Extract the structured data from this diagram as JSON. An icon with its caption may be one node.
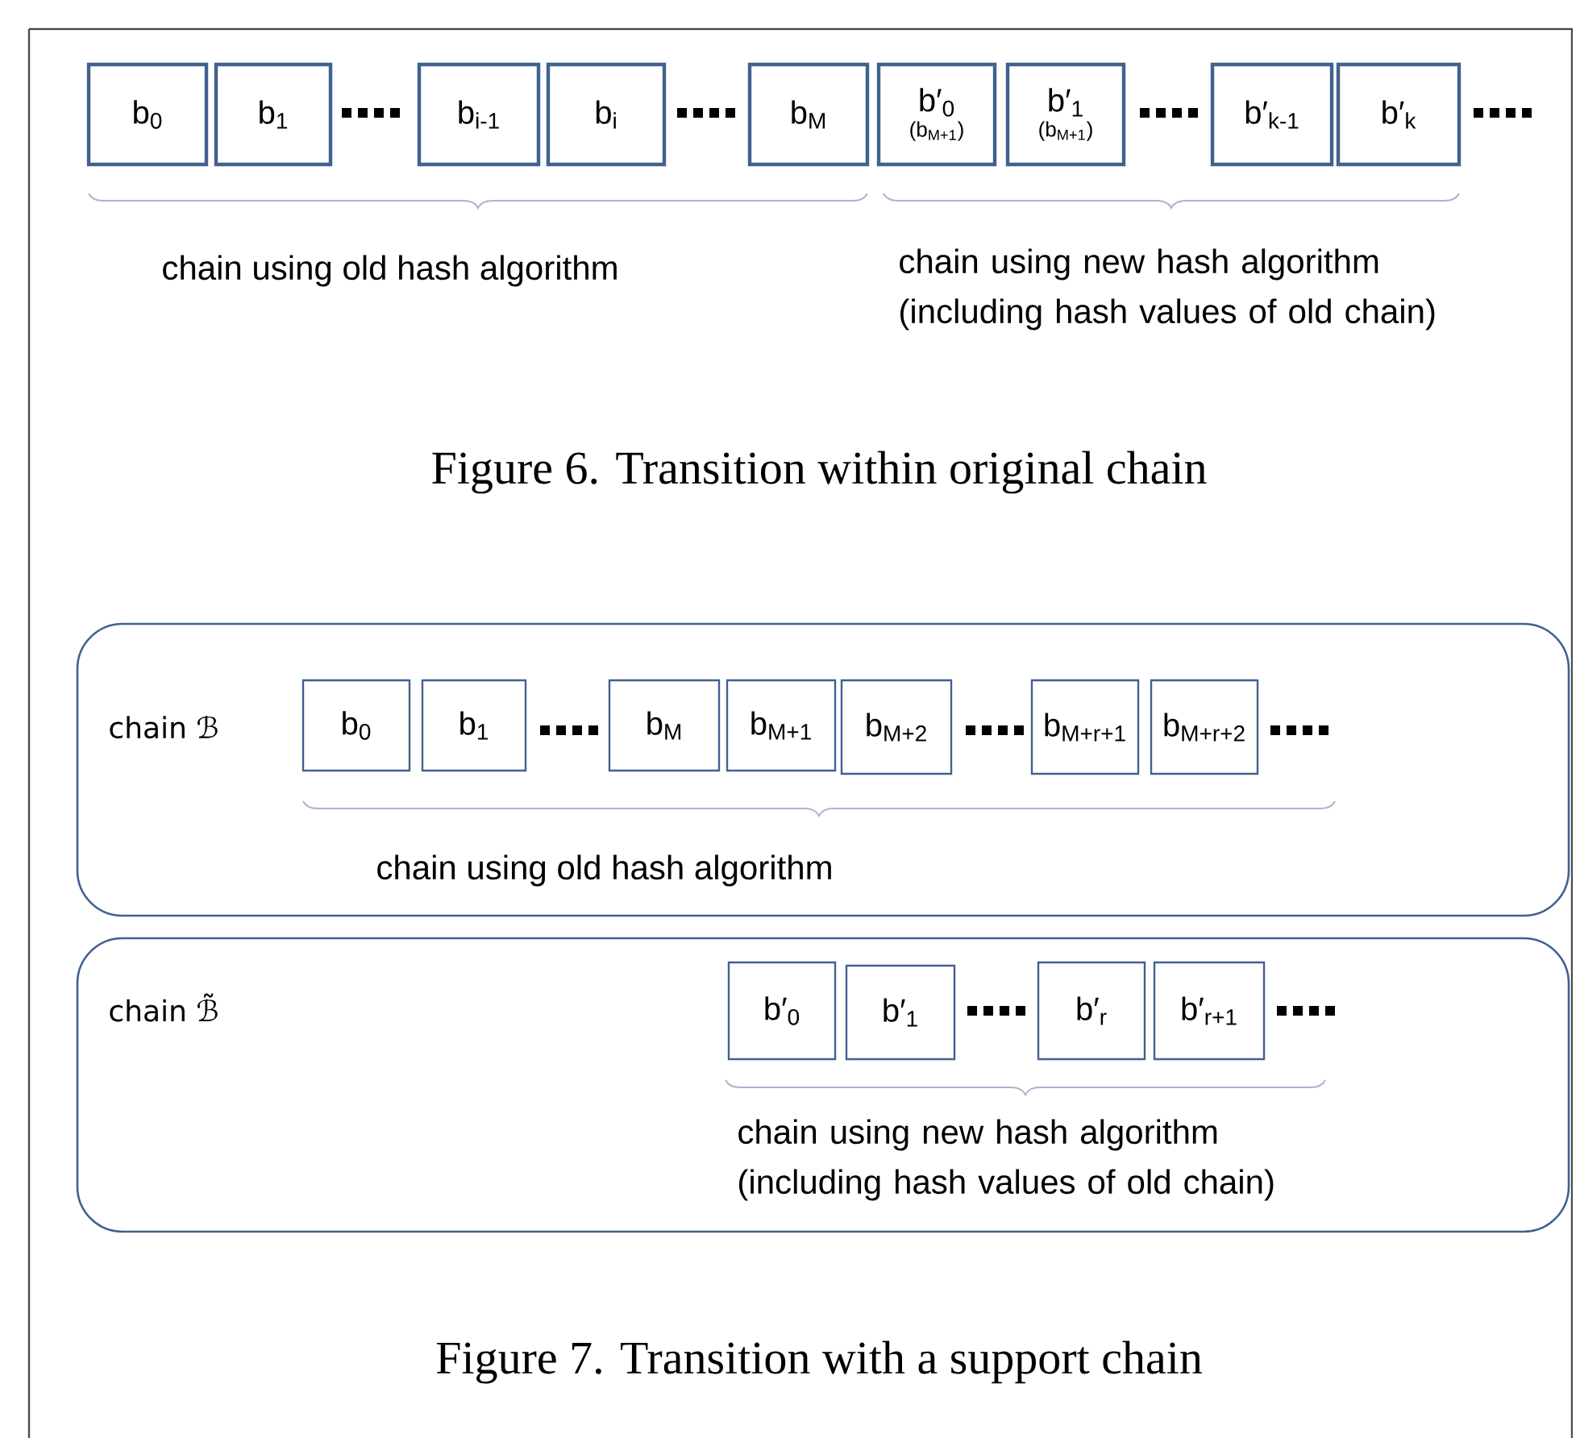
{
  "diagram": {
    "nodes": [
      {
        "text": [
          "b$_{0}$"
        ]
      },
      {
        "text": [
          "b$_{1}$"
        ]
      },
      {
        "text": [
          "b$_{i-1}$"
        ]
      },
      {
        "text": [
          "b$_{i}$"
        ]
      },
      {
        "text": [
          "b$_{M}$"
        ]
      },
      {
        "text": [
          "b′$_{0}$",
          "(b$_{M+1}$)"
        ]
      },
      {
        "text": [
          "b′$_{1}$",
          "(b$_{M+1}$)"
        ]
      },
      {
        "text": [
          "b′$_{k-1}$"
        ]
      },
      {
        "text": [
          "b′$_{k}$"
        ]
      },
      {
        "text": [
          "chain ℬ"
        ]
      },
      {
        "text": [
          "b$_{0}$"
        ],
        "in": 9
      },
      {
        "text": [
          "b$_{1}$"
        ],
        "in": 9
      },
      {
        "text": [
          "b$_{M}$"
        ],
        "in": 9
      },
      {
        "text": [
          "b$_{M+1}$"
        ],
        "in": 9
      },
      {
        "text": [
          "b$_{M+2}$"
        ],
        "in": 9
      },
      {
        "text": [
          "b$_{M+r+1}$"
        ],
        "in": 9
      },
      {
        "text": [
          "b$_{M+r+2}$"
        ],
        "in": 9
      },
      {
        "text": [
          "chain ℬ̃"
        ]
      },
      {
        "text": [
          "b′$_{0}$"
        ],
        "in": 17
      },
      {
        "text": [
          "b′$_{1}$"
        ],
        "in": 17
      },
      {
        "text": [
          "b′$_{r}$"
        ],
        "in": 17
      },
      {
        "text": [
          "b′$_{r+1}$"
        ],
        "in": 17
      }
    ],
    "labels": [
      "chain using old hash algorithm",
      "chain using new hash algorithm (including hash values of old chain)",
      "Figure 6. Transition within original chain",
      "chain using old hash algorithm",
      "chain using new hash algorithm (including hash values of old chain)",
      "Figure 7. Transition with a support chain"
    ]
  }
}
